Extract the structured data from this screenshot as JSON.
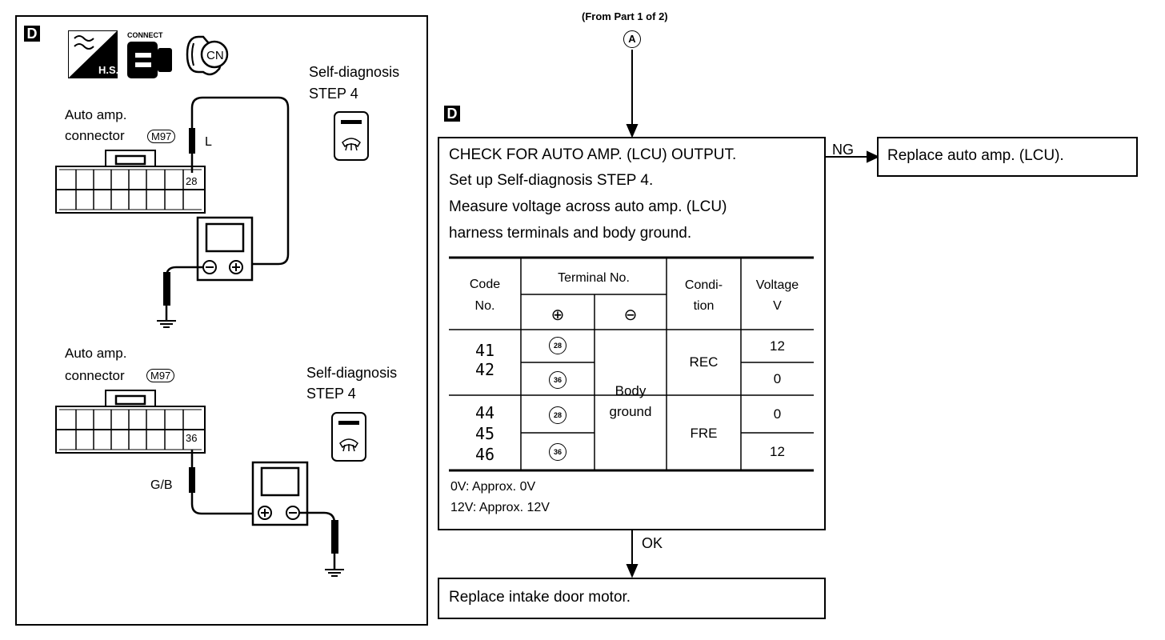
{
  "left_panel": {
    "marker": "D",
    "icon_hs_label": "H.S.",
    "icon_connect_label": "CONNECT",
    "icon_cn_label": "CN",
    "upper": {
      "label_line1": "Auto amp.",
      "label_line2": "connector",
      "connector_id": "M97",
      "wire_color": "L",
      "terminal": "28",
      "meter": "V",
      "self_diag_line1": "Self-diagnosis",
      "self_diag_line2": "STEP 4"
    },
    "lower": {
      "label_line1": "Auto amp.",
      "label_line2": "connector",
      "connector_id": "M97",
      "wire_color": "G/B",
      "terminal": "36",
      "meter": "V",
      "self_diag_line1": "Self-diagnosis",
      "self_diag_line2": "STEP 4"
    }
  },
  "flow": {
    "from_text": "(From Part 1 of 2)",
    "connector_letter": "A",
    "marker": "D",
    "check_box": {
      "line1": "CHECK FOR AUTO AMP. (LCU) OUTPUT.",
      "line2": "Set up Self-diagnosis STEP 4.",
      "line3": "Measure voltage across auto amp. (LCU)",
      "line4": "harness terminals and body ground."
    },
    "table": {
      "h_code": "Code",
      "h_no": "No.",
      "h_terminal": "Terminal No.",
      "h_plus": "⊕",
      "h_minus": "⊖",
      "h_cond1": "Condi-",
      "h_cond2": "tion",
      "h_volt1": "Voltage",
      "h_volt2": "V",
      "codes_a1": "41",
      "codes_a2": "42",
      "codes_b1": "44",
      "codes_b2": "45",
      "codes_b3": "46",
      "term_r1": "28",
      "term_r2": "36",
      "term_r3": "28",
      "term_r4": "36",
      "body1": "Body",
      "body2": "ground",
      "cond_a": "REC",
      "cond_b": "FRE",
      "v1": "12",
      "v2": "0",
      "v3": "0",
      "v4": "12"
    },
    "note1": "0V: Approx. 0V",
    "note2": "12V: Approx. 12V",
    "ng_label": "NG",
    "ng_box": "Replace auto amp. (LCU).",
    "ok_label": "OK",
    "ok_box": "Replace intake door motor."
  }
}
